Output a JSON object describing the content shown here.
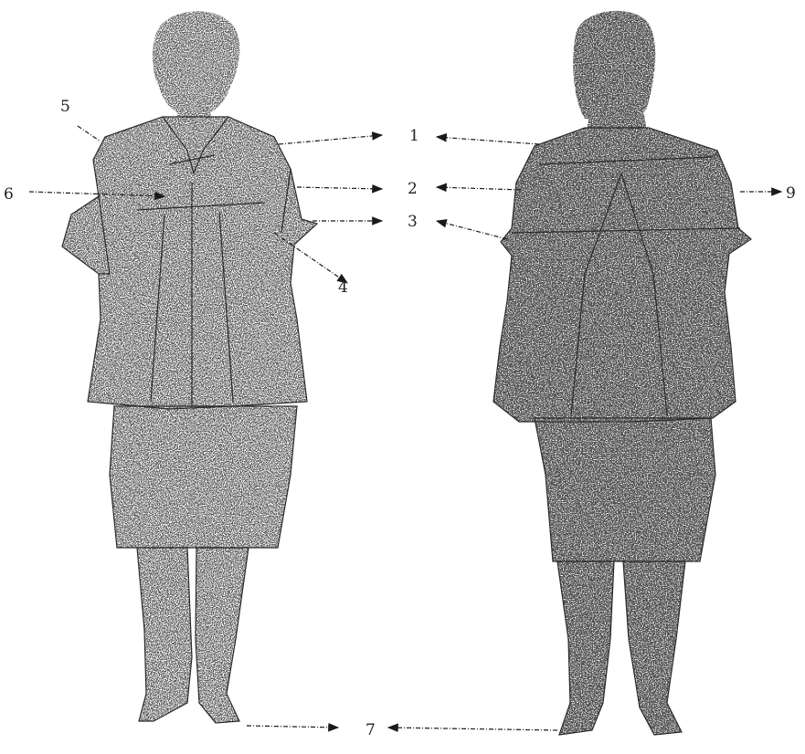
{
  "figures": [
    {
      "view": "front"
    },
    {
      "view": "back"
    }
  ],
  "callouts": [
    {
      "number": "1"
    },
    {
      "number": "2"
    },
    {
      "number": "3"
    },
    {
      "number": "4"
    },
    {
      "number": "5"
    },
    {
      "number": "6"
    },
    {
      "number": "7"
    },
    {
      "number": "9"
    }
  ],
  "colors": {
    "ink": "#1a1a1a",
    "paper": "#ffffff"
  }
}
